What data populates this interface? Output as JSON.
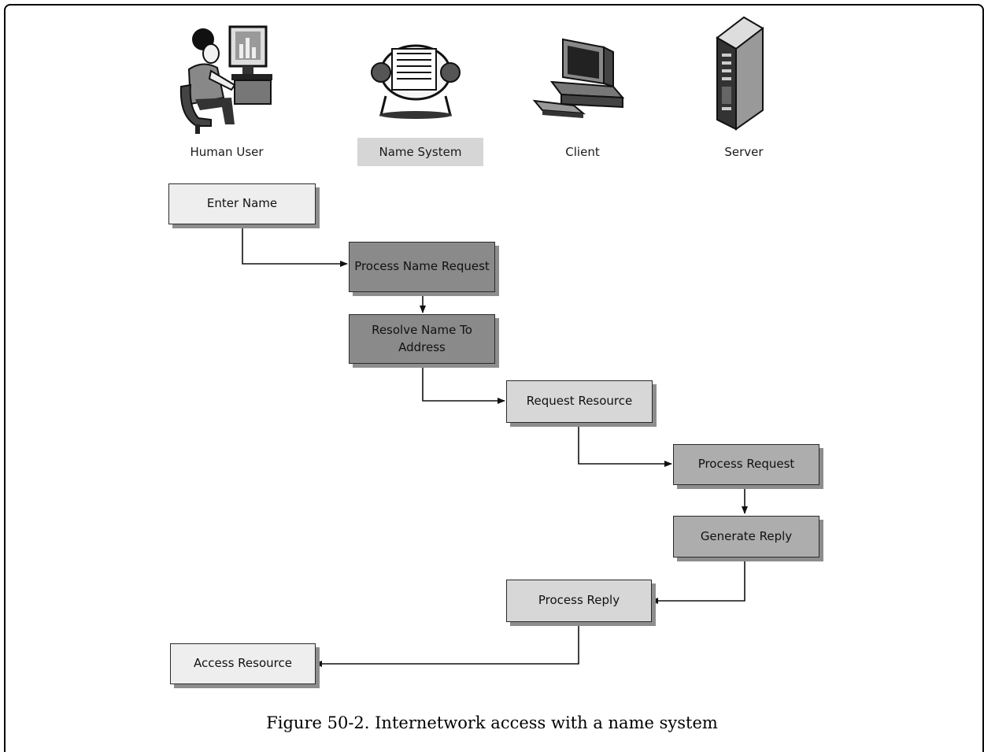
{
  "actors": [
    {
      "id": "human-user",
      "label": "Human User",
      "icon": "woman-at-computer-icon",
      "highlighted": false
    },
    {
      "id": "name-system",
      "label": "Name System",
      "icon": "rolodex-icon",
      "highlighted": true
    },
    {
      "id": "client",
      "label": "Client",
      "icon": "desktop-computer-icon",
      "highlighted": false
    },
    {
      "id": "server",
      "label": "Server",
      "icon": "server-tower-icon",
      "highlighted": false
    }
  ],
  "steps": [
    {
      "id": "enter-name",
      "actor": "human-user",
      "label": "Enter Name"
    },
    {
      "id": "process-name-request",
      "actor": "name-system",
      "label": "Process Name Request"
    },
    {
      "id": "resolve-name-to-address",
      "actor": "name-system",
      "label": "Resolve Name To Address"
    },
    {
      "id": "request-resource",
      "actor": "client",
      "label": "Request Resource"
    },
    {
      "id": "process-request",
      "actor": "server",
      "label": "Process Request"
    },
    {
      "id": "generate-reply",
      "actor": "server",
      "label": "Generate Reply"
    },
    {
      "id": "process-reply",
      "actor": "client",
      "label": "Process Reply"
    },
    {
      "id": "access-resource",
      "actor": "human-user",
      "label": "Access Resource"
    }
  ],
  "flow": [
    [
      "enter-name",
      "process-name-request"
    ],
    [
      "process-name-request",
      "resolve-name-to-address"
    ],
    [
      "resolve-name-to-address",
      "request-resource"
    ],
    [
      "request-resource",
      "process-request"
    ],
    [
      "process-request",
      "generate-reply"
    ],
    [
      "generate-reply",
      "process-reply"
    ],
    [
      "process-reply",
      "access-resource"
    ]
  ],
  "colors": {
    "human-user": "#eeeeee",
    "name-system": "#8a8a8a",
    "client": "#d7d7d7",
    "server": "#adadad",
    "label_highlight": "#d6d6d6"
  },
  "caption": "Figure 50-2. Internetwork access with a name system"
}
